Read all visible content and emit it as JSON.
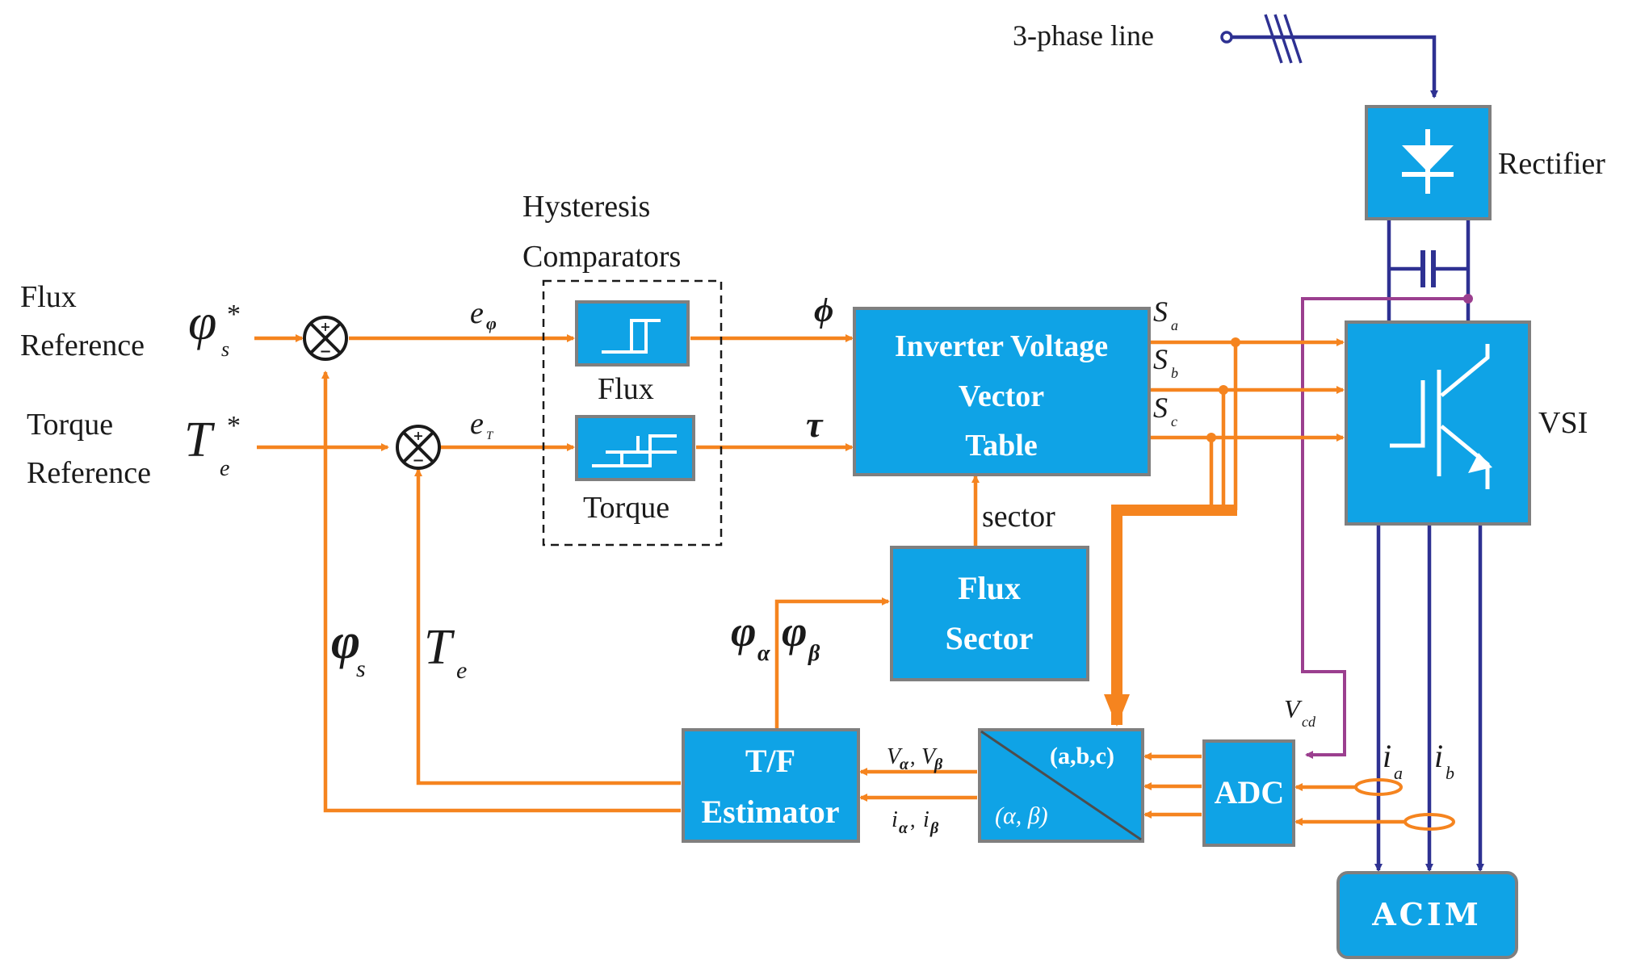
{
  "colors": {
    "block_fill": "#0fa3e6",
    "block_border": "#7f7f7f",
    "signal_line": "#f5841f",
    "power_line": "#2e3192",
    "voltage_sense_line": "#9b3f8f"
  },
  "source": {
    "label": "3-phase line"
  },
  "rectifier": {
    "label": "Rectifier",
    "icon": "diode-icon"
  },
  "vsi": {
    "label": "VSI",
    "icon": "igbt-icon"
  },
  "motor": {
    "label": "ACIM"
  },
  "inputs": {
    "flux_line1": "Flux",
    "flux_line2": "Reference",
    "flux_symbol": "φ",
    "flux_sub": "s",
    "flux_sup": "*",
    "torque_line1": "Torque",
    "torque_line2": "Reference",
    "torque_symbol": "T",
    "torque_sub": "e",
    "torque_sup": "*"
  },
  "summer": {
    "plus": "+",
    "minus": "−"
  },
  "hysteresis": {
    "title_line1": "Hysteresis",
    "title_line2": "Comparators",
    "flux_label": "Flux",
    "torque_label": "Torque"
  },
  "errors": {
    "flux_error": "e",
    "flux_error_sub": "φ",
    "torque_error": "e",
    "torque_error_sub": "T"
  },
  "table": {
    "line1": "Inverter Voltage",
    "line2": "Vector",
    "line3": "Table",
    "flux_input": "ϕ",
    "torque_input": "τ",
    "sector_input": "sector"
  },
  "switching": [
    {
      "name": "S",
      "sub": "a"
    },
    {
      "name": "S",
      "sub": "b"
    },
    {
      "name": "S",
      "sub": "c"
    }
  ],
  "flux_sector": {
    "line1": "Flux",
    "line2": "Sector"
  },
  "feedback": {
    "flux_alpha": "φ",
    "flux_alpha_sub": "α",
    "flux_beta": "φ",
    "flux_beta_sub": "β",
    "flux_mag": "φ",
    "flux_mag_sub": "s",
    "torque": "T",
    "torque_sub": "e"
  },
  "estimator": {
    "line1": "T/F",
    "line2": "Estimator"
  },
  "transform": {
    "top": "(a,b,c)",
    "bottom": "(α, β)"
  },
  "transform_outputs": {
    "v": "V",
    "v_alpha_sub": "α",
    "v_beta_sub": "β",
    "i": "i",
    "i_alpha_sub": "α",
    "i_beta_sub": "β",
    "sep": ", "
  },
  "adc": {
    "label": "ADC"
  },
  "dc_voltage": {
    "name": "V",
    "sub": "cd"
  },
  "currents": [
    {
      "name": "i",
      "sub": "a"
    },
    {
      "name": "i",
      "sub": "b"
    }
  ]
}
